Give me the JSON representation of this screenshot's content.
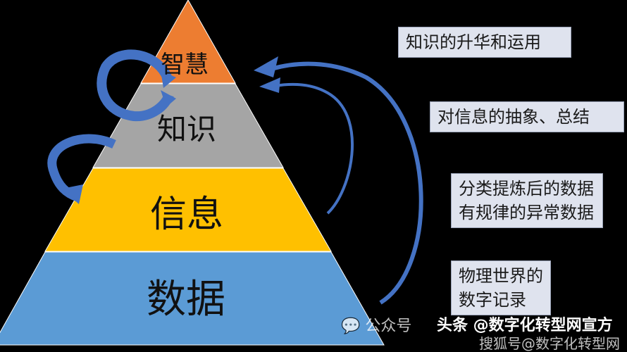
{
  "pyramid": {
    "levels": [
      {
        "label": "智慧",
        "color": "#ed7d31"
      },
      {
        "label": "知识",
        "color": "#a5a5a5"
      },
      {
        "label": "信息",
        "color": "#ffc000"
      },
      {
        "label": "数据",
        "color": "#5b9bd5"
      }
    ],
    "arrow_color": "#4472c4"
  },
  "descriptions": [
    {
      "lines": [
        "知识的升华和运用"
      ]
    },
    {
      "lines": [
        "对信息的抽象、总结"
      ]
    },
    {
      "lines": [
        "分类提炼后的数据",
        "有规律的异常数据"
      ]
    },
    {
      "lines": [
        "物理世界的",
        "数字记录"
      ]
    }
  ],
  "watermarks": {
    "wechat": "公众号",
    "toutiao": "头条 @数字化转型网宣方",
    "sohu": "搜狐号@数字化转型网"
  }
}
